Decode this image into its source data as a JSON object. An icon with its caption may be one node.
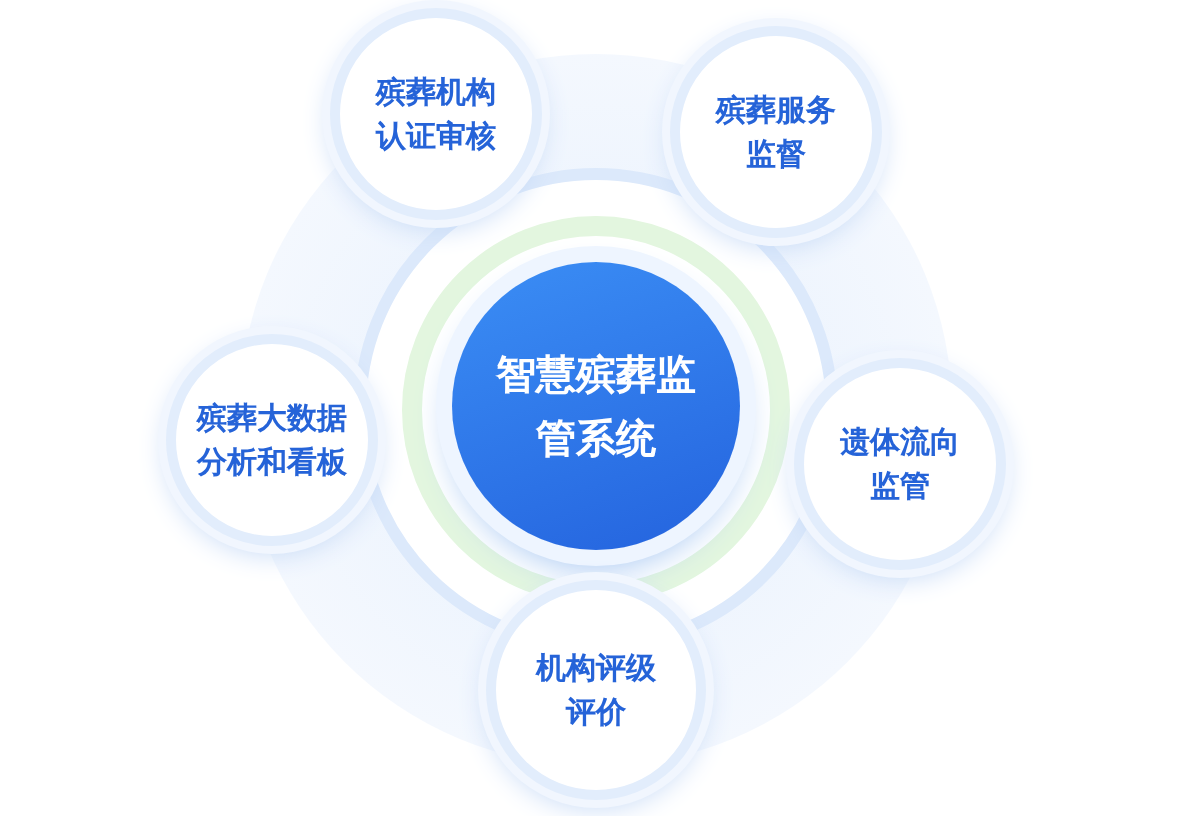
{
  "diagram": {
    "nodes": [
      {
        "text": [
          "智慧殡葬监管系统"
        ]
      },
      {
        "text": [
          "殡葬机构认证审核"
        ]
      },
      {
        "text": [
          "殡葬服务监督"
        ]
      },
      {
        "text": [
          "殡葬大数据分析和看板"
        ]
      },
      {
        "text": [
          "遗体流向监管"
        ]
      },
      {
        "text": [
          "机构评级评价"
        ]
      }
    ]
  }
}
